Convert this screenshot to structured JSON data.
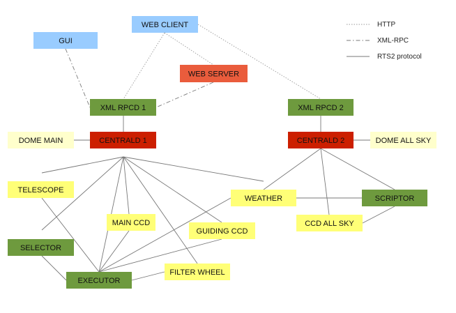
{
  "colors": {
    "client": "#99ccff",
    "server": "#ea5c3c",
    "xmlrpc": "#6e9a3e",
    "central": "#cc1f00",
    "device": "#ffff77",
    "dome": "#ffffcc",
    "line": "#888888"
  },
  "legend": [
    {
      "label": "HTTP",
      "style": "http"
    },
    {
      "label": "XML-RPC",
      "style": "xmlrpc"
    },
    {
      "label": "RTS2 protocol",
      "style": "rts2"
    }
  ],
  "nodes": [
    {
      "id": "web-client",
      "label": "WEB CLIENT",
      "color": "client"
    },
    {
      "id": "gui",
      "label": "GUI",
      "color": "client"
    },
    {
      "id": "web-server",
      "label": "WEB SERVER",
      "color": "server"
    },
    {
      "id": "xml-rpcd-1",
      "label": "XML RPCD 1",
      "color": "xmlrpc"
    },
    {
      "id": "xml-rpcd-2",
      "label": "XML RPCD 2",
      "color": "xmlrpc"
    },
    {
      "id": "dome-main",
      "label": "DOME MAIN",
      "color": "dome"
    },
    {
      "id": "centrald-1",
      "label": "CENTRALD 1",
      "color": "central"
    },
    {
      "id": "centrald-2",
      "label": "CENTRALD 2",
      "color": "central"
    },
    {
      "id": "dome-all-sky",
      "label": "DOME ALL SKY",
      "color": "dome"
    },
    {
      "id": "telescope",
      "label": "TELESCOPE",
      "color": "device"
    },
    {
      "id": "weather",
      "label": "WEATHER",
      "color": "device"
    },
    {
      "id": "scriptor",
      "label": "SCRIPTOR",
      "color": "xmlrpc"
    },
    {
      "id": "main-ccd",
      "label": "MAIN CCD",
      "color": "device"
    },
    {
      "id": "guiding-ccd",
      "label": "GUIDING CCD",
      "color": "device"
    },
    {
      "id": "ccd-all-sky",
      "label": "CCD ALL SKY",
      "color": "device"
    },
    {
      "id": "selector",
      "label": "SELECTOR",
      "color": "xmlrpc"
    },
    {
      "id": "executor",
      "label": "EXECUTOR",
      "color": "xmlrpc"
    },
    {
      "id": "filter-wheel",
      "label": "FILTER WHEEL",
      "color": "device"
    }
  ],
  "edges": [
    {
      "from": "web-client",
      "to": "xml-rpcd-1",
      "style": "http"
    },
    {
      "from": "web-client",
      "to": "web-server",
      "style": "http"
    },
    {
      "from": "web-client",
      "to": "xml-rpcd-2",
      "style": "http"
    },
    {
      "from": "gui",
      "to": "xml-rpcd-1",
      "style": "xmlrpc"
    },
    {
      "from": "web-server",
      "to": "xml-rpcd-1",
      "style": "xmlrpc"
    },
    {
      "from": "xml-rpcd-1",
      "to": "centrald-1",
      "style": "rts2"
    },
    {
      "from": "xml-rpcd-2",
      "to": "centrald-2",
      "style": "rts2"
    },
    {
      "from": "dome-main",
      "to": "centrald-1",
      "style": "rts2"
    },
    {
      "from": "centrald-2",
      "to": "dome-all-sky",
      "style": "rts2"
    },
    {
      "from": "centrald-1",
      "to": "telescope",
      "style": "rts2"
    },
    {
      "from": "centrald-1",
      "to": "selector",
      "style": "rts2"
    },
    {
      "from": "centrald-1",
      "to": "executor",
      "style": "rts2"
    },
    {
      "from": "centrald-1",
      "to": "main-ccd",
      "style": "rts2"
    },
    {
      "from": "centrald-1",
      "to": "filter-wheel",
      "style": "rts2"
    },
    {
      "from": "centrald-1",
      "to": "guiding-ccd",
      "style": "rts2"
    },
    {
      "from": "centrald-1",
      "to": "weather",
      "style": "rts2"
    },
    {
      "from": "centrald-2",
      "to": "weather",
      "style": "rts2"
    },
    {
      "from": "centrald-2",
      "to": "ccd-all-sky",
      "style": "rts2"
    },
    {
      "from": "centrald-2",
      "to": "scriptor",
      "style": "rts2"
    },
    {
      "from": "weather",
      "to": "scriptor",
      "style": "rts2"
    },
    {
      "from": "scriptor",
      "to": "ccd-all-sky",
      "style": "rts2"
    },
    {
      "from": "weather",
      "to": "executor",
      "style": "rts2"
    },
    {
      "from": "telescope",
      "to": "executor",
      "style": "rts2"
    },
    {
      "from": "selector",
      "to": "executor",
      "style": "rts2"
    },
    {
      "from": "main-ccd",
      "to": "executor",
      "style": "rts2"
    },
    {
      "from": "guiding-ccd",
      "to": "executor",
      "style": "rts2"
    },
    {
      "from": "filter-wheel",
      "to": "executor",
      "style": "rts2"
    }
  ]
}
